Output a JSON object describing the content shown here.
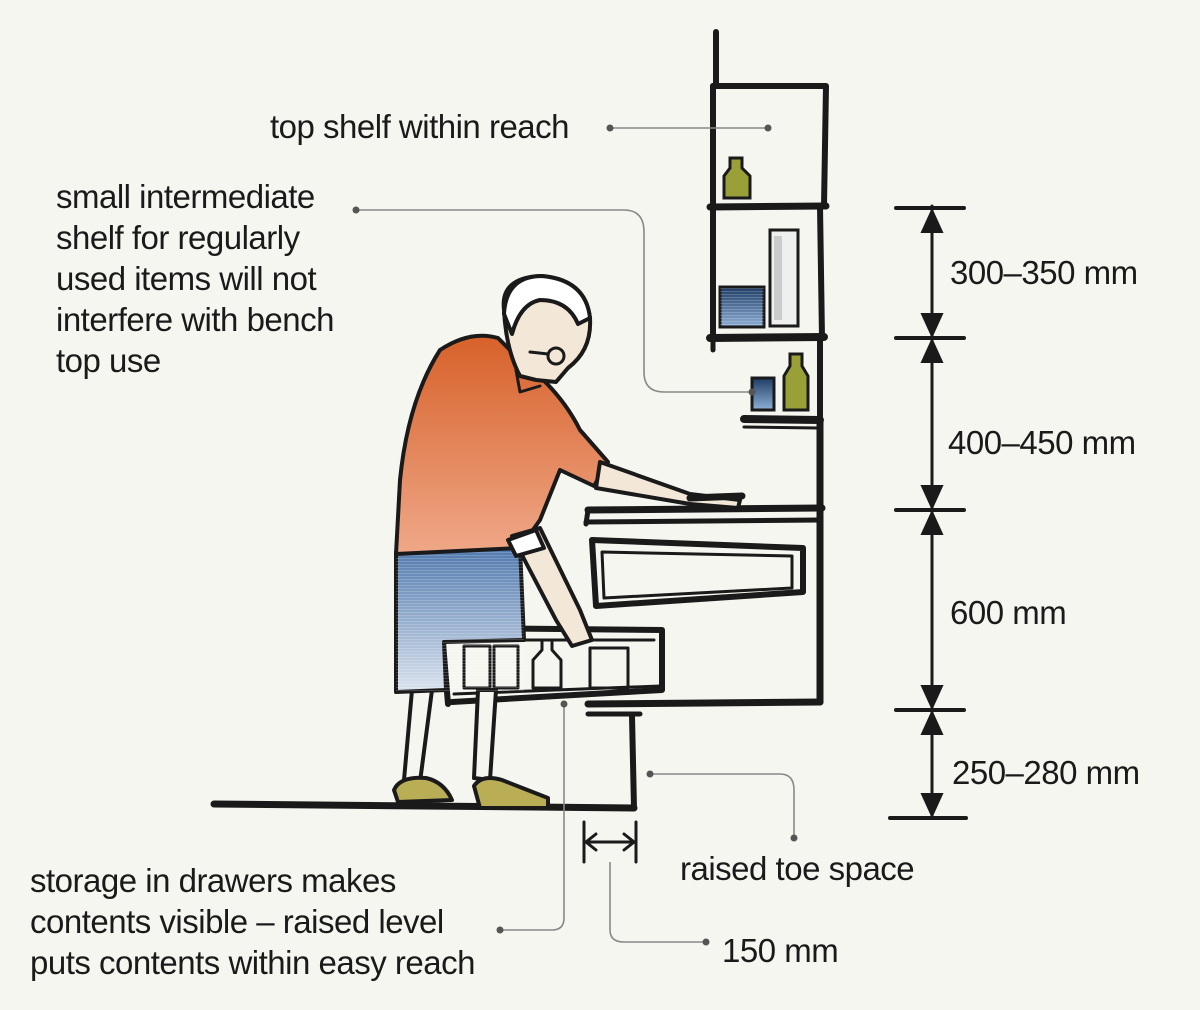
{
  "labels": {
    "top_shelf": "top shelf within reach",
    "intermediate_shelf": [
      "small intermediate",
      "shelf for regularly",
      "used items will not",
      "interfere with bench",
      "top use"
    ],
    "drawers": [
      "storage in drawers makes",
      "contents visible – raised level",
      "puts contents within easy reach"
    ],
    "toe_space": "raised toe space",
    "toe_depth": "150 mm"
  },
  "dimensions": [
    {
      "label": "300–350 mm"
    },
    {
      "label": "400–450 mm"
    },
    {
      "label": "600 mm"
    },
    {
      "label": "250–280 mm"
    }
  ],
  "colors": {
    "background": "#f6f6f1",
    "ink": "#1a1a1a",
    "leader": "#888888",
    "shirt_top": "#d7612a",
    "shirt_bottom": "#efa888",
    "skirt_top": "#4f78ad",
    "skirt_bottom": "#dbe3ee",
    "shoes": "#b9ad55",
    "bottle": "#99a038",
    "jar": "#3f6a9c"
  },
  "icons": [
    "person-figure",
    "bottle-icon",
    "jar-icon",
    "dimension-arrow"
  ]
}
